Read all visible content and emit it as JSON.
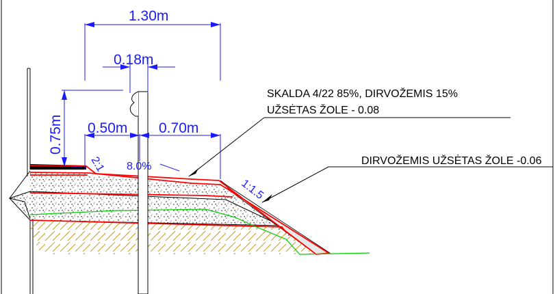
{
  "dimensions": {
    "total_width": "1.30m",
    "post_width": "0.18m",
    "height": "0.75m",
    "left_offset": "0.50m",
    "right_offset": "0.70m"
  },
  "slopes": {
    "top_slope": "8.0%",
    "left_slope": "2:1",
    "side_slope": "1:1.5"
  },
  "annotations": {
    "top_layer_line1": "SKALDA 4/22 85%, DIRVOŽEMIS 15%",
    "top_layer_line2": "UŽSĖTAS ŽOLE - 0.08",
    "side_layer": "DIRVOŽEMIS UŽSĖTAS ŽOLE   -0.06"
  },
  "colors": {
    "dimension": "#1a1aff",
    "layer_edge": "#ff0000",
    "ground_line": "#00cc00",
    "hatch": "#c8a020",
    "leader": "#000000"
  }
}
